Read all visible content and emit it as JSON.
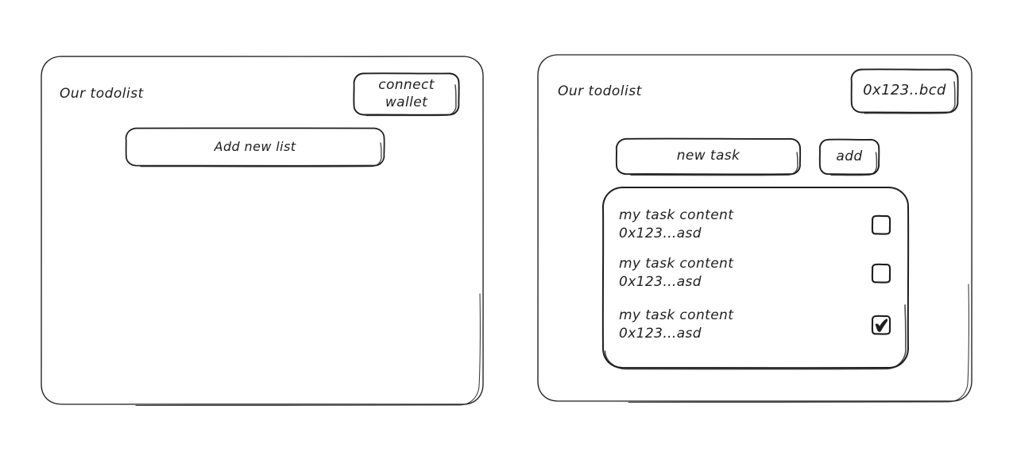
{
  "meta": {
    "style": "hand-drawn wireframe",
    "background_color": "#ffffff",
    "stroke_color": "#1e1e1e"
  },
  "panels": [
    {
      "id": "disconnected-state",
      "title": "Our todolist",
      "wallet_button": {
        "label_line1": "connect",
        "label_line2": "wallet"
      },
      "primary_action": {
        "label": "Add new list"
      }
    },
    {
      "id": "connected-state",
      "title": "Our todolist",
      "wallet_button": {
        "label": "0x123..bcd"
      },
      "new_task_input": {
        "value": "new task",
        "placeholder": "new task"
      },
      "add_button": {
        "label": "add"
      },
      "tasks": [
        {
          "content": "my task content",
          "owner": "0x123...asd",
          "checked": false
        },
        {
          "content": "my task content",
          "owner": "0x123...asd",
          "checked": false
        },
        {
          "content": "my task content",
          "owner": "0x123...asd",
          "checked": true
        }
      ]
    }
  ]
}
